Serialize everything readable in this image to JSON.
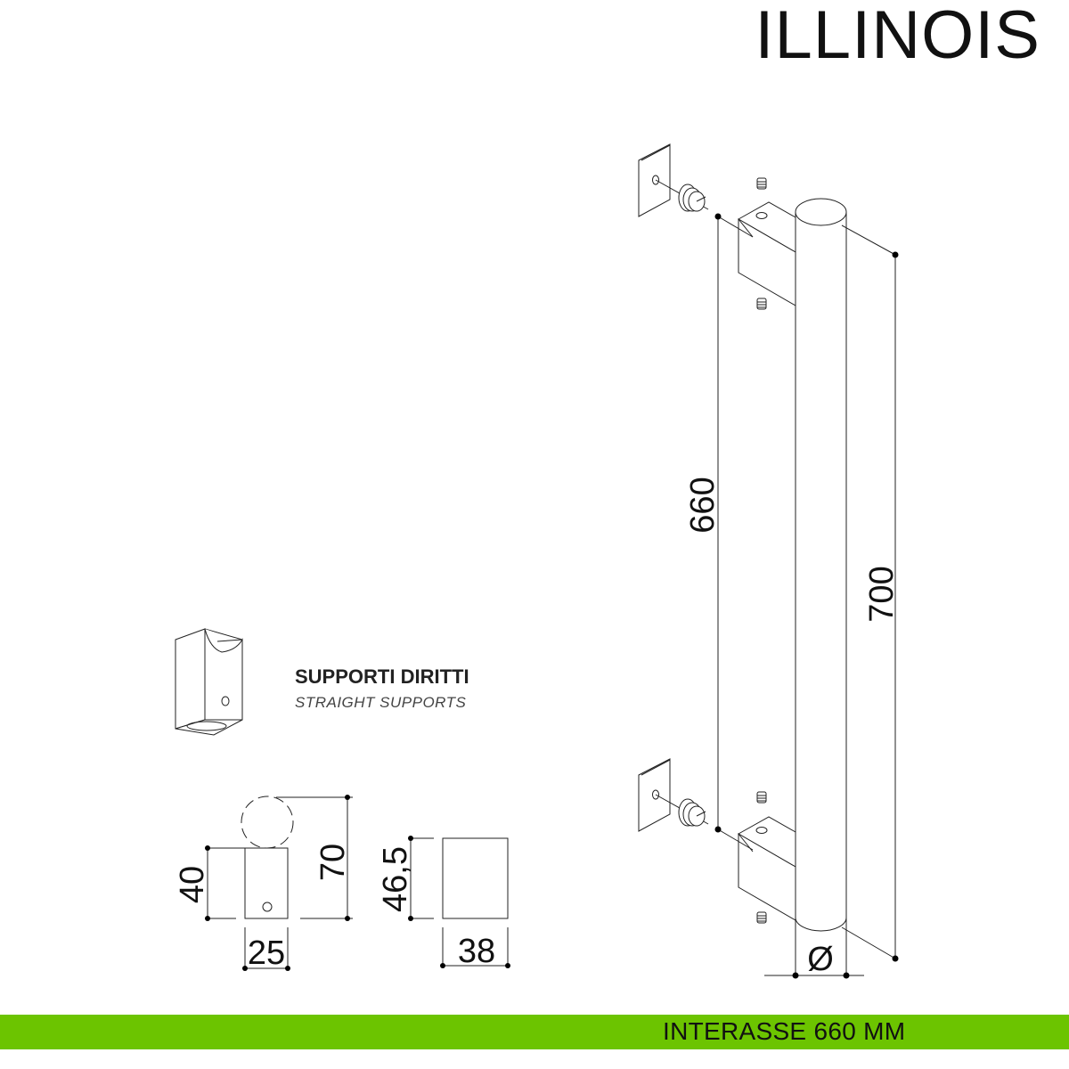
{
  "title": "ILLINOIS",
  "supports": {
    "title": "SUPPORTI DIRITTI",
    "subtitle": "STRAIGHT SUPPORTS"
  },
  "dimensions": {
    "center_distance": "660",
    "total_length": "700",
    "diameter_symbol": "Ø",
    "support_height_side": "40",
    "support_total_height": "70",
    "support_width": "25",
    "support_front_height": "46,5",
    "support_front_width": "38"
  },
  "footer": {
    "label": "INTERASSE 660 MM"
  },
  "colors": {
    "accent": "#6cc400",
    "line": "#222222"
  }
}
